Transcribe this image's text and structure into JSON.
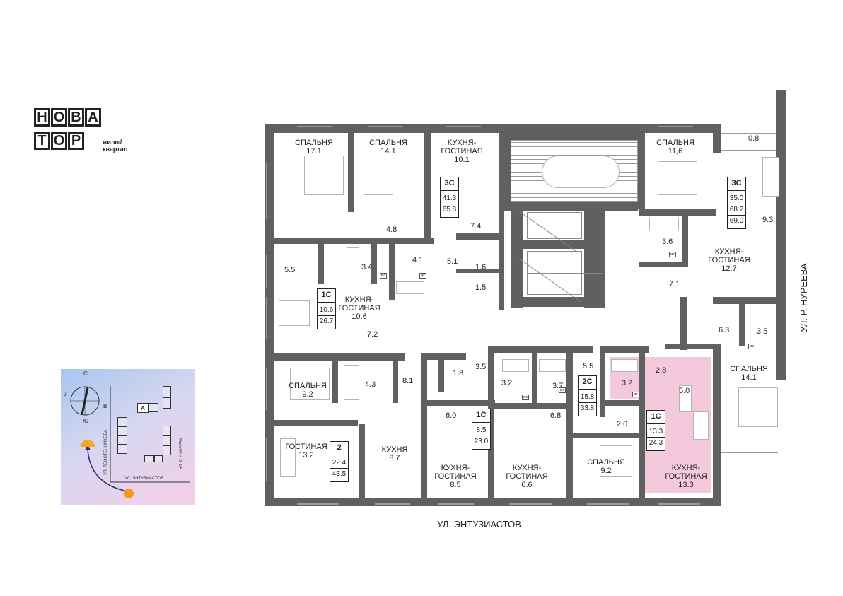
{
  "logo": {
    "letters_row1": [
      "Н",
      "О",
      "В",
      "А"
    ],
    "letters_row2": [
      "Т",
      "О",
      "Р"
    ],
    "sub_line1": "жилой",
    "sub_line2": "квартал"
  },
  "orientation": {
    "compass": {
      "n": "С",
      "s": "Ю",
      "w": "З",
      "e": "В"
    },
    "street_left": "УЛ. ЛЕОСТЕННИКОВА",
    "street_right": "УЛ. Р. НУРЕЕВА",
    "street_bottom": "УЛ. ЭНТУЗИАСТОВ",
    "section_marker": "А"
  },
  "streets": {
    "bottom": "УЛ. ЭНТУЗИАСТОВ",
    "right": "УЛ. Р. НУРЕЕВА"
  },
  "rooms": {
    "bedroom_17": {
      "name": "СПАЛЬНЯ",
      "area": "17.1"
    },
    "bedroom_14a": {
      "name": "СПАЛЬНЯ",
      "area": "14.1"
    },
    "kitchen_10_1": {
      "name1": "КУХНЯ-",
      "name2": "ГОСТИНАЯ",
      "area": "10.1"
    },
    "bedroom_11_6": {
      "name": "СПАЛЬНЯ",
      "area": "11,6"
    },
    "hall_4_8": "4.8",
    "area_7_4": "7.4",
    "area_0_8": "0.8",
    "area_9_3": "9.3",
    "area_3_6": "3.6",
    "kitchen_12_7": {
      "name1": "КУХНЯ-",
      "name2": "ГОСТИНАЯ",
      "area": "12.7"
    },
    "area_5_5a": "5.5",
    "area_3_4": "3.4",
    "area_4_1": "4.1",
    "area_5_1": "5.1",
    "area_1_6": "1.6",
    "area_1_5": "1.5",
    "area_7_1": "7.1",
    "kitchen_10_6": {
      "name1": "КУХНЯ-",
      "name2": "ГОСТИНАЯ",
      "area": "10.6"
    },
    "area_7_2": "7.2",
    "area_6_3": "6.3",
    "area_3_5b": "3.5",
    "bedroom_14b": {
      "name": "СПАЛЬНЯ",
      "area": "14.1"
    },
    "bedroom_9_2a": {
      "name": "СПАЛЬНЯ",
      "area": "9.2"
    },
    "area_4_3": "4.3",
    "area_8_1": "8.1",
    "area_1_8": "1.8",
    "area_3_5a": "3.5",
    "area_3_2a": "3.2",
    "area_3_7": "3.7",
    "area_5_5b": "5.5",
    "area_3_2b": "3.2",
    "area_2_8": "2.8",
    "area_5_0": "5.0",
    "area_6_0": "6.0",
    "area_6_8": "6.8",
    "area_2_0": "2.0",
    "living_13_2": {
      "name": "ГОСТИНАЯ",
      "area": "13.2"
    },
    "kitchen_8_7": {
      "name": "КУХНЯ",
      "area": "8.7"
    },
    "kitchen_8_5": {
      "name1": "КУХНЯ-",
      "name2": "ГОСТИНАЯ",
      "area": "8.5"
    },
    "kitchen_6_6": {
      "name1": "КУХНЯ-",
      "name2": "ГОСТИНАЯ",
      "area": "6.6"
    },
    "bedroom_9_2b": {
      "name": "СПАЛЬНЯ",
      "area": "9.2"
    },
    "kitchen_13_3": {
      "name1": "КУХНЯ-",
      "name2": "ГОСТИНАЯ",
      "area": "13.3"
    }
  },
  "apartments": [
    {
      "type": "3С",
      "values": [
        "41.3",
        "65.8"
      ]
    },
    {
      "type": "3С",
      "values": [
        "35.0",
        "68.2",
        "69.0"
      ]
    },
    {
      "type": "1С",
      "values": [
        "10.6",
        "26.7"
      ]
    },
    {
      "type": "2С",
      "values": [
        "15.8",
        "33.8"
      ]
    },
    {
      "type": "1С",
      "values": [
        "8.5",
        "23.0"
      ]
    },
    {
      "type": "1С",
      "values": [
        "13.3",
        "24.3"
      ]
    },
    {
      "type": "2",
      "values": [
        "22.4",
        "43.5"
      ]
    }
  ],
  "wc_label": "мс",
  "colors": {
    "walls": "#606060",
    "highlight": "#f5c9dc",
    "background": "#ffffff"
  }
}
